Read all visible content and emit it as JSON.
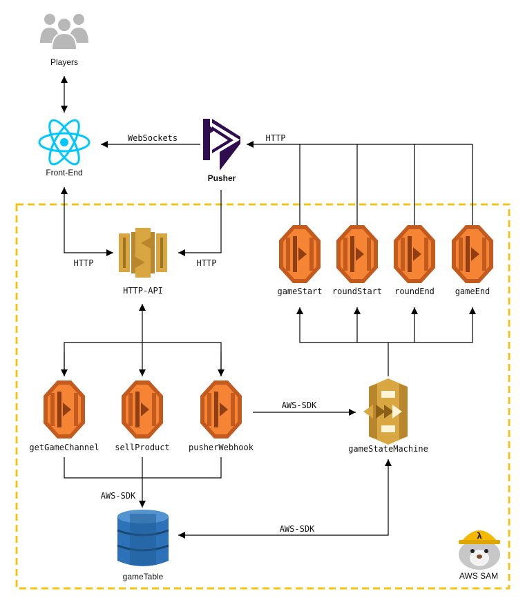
{
  "nodes": {
    "players": "Players",
    "frontend": "Front-End",
    "pusher": "Pusher",
    "http_api": "HTTP-API",
    "gameStart": "gameStart",
    "roundStart": "roundStart",
    "roundEnd": "roundEnd",
    "gameEnd": "gameEnd",
    "getGameChannel": "getGameChannel",
    "sellProduct": "sellProduct",
    "pusherWebhook": "pusherWebhook",
    "gameStateMachine": "gameStateMachine",
    "gameTable": "gameTable",
    "aws_sam": "AWS SAM"
  },
  "edge_labels": {
    "websockets": "WebSockets",
    "http_pusher": "HTTP",
    "http_left": "HTTP",
    "http_right": "HTTP",
    "aws_sdk_sfn": "AWS-SDK",
    "aws_sdk_table": "AWS-SDK",
    "aws_sdk_sfn_table": "AWS-SDK"
  },
  "colors": {
    "lambda_dark": "#c35a1e",
    "lambda_light": "#f58534",
    "api_gateway": "#d9a741",
    "step_functions": "#d9a741",
    "dynamodb": "#2d72b8",
    "react": "#00c8ff",
    "pusher": "#300d4f",
    "players": "#b8b8b8",
    "sam_border": "#f0c419"
  },
  "icons": [
    "users-icon",
    "react-icon",
    "pusher-icon",
    "api-gateway-icon",
    "lambda-icon",
    "step-functions-icon",
    "dynamodb-icon",
    "aws-sam-squirrel-icon"
  ]
}
